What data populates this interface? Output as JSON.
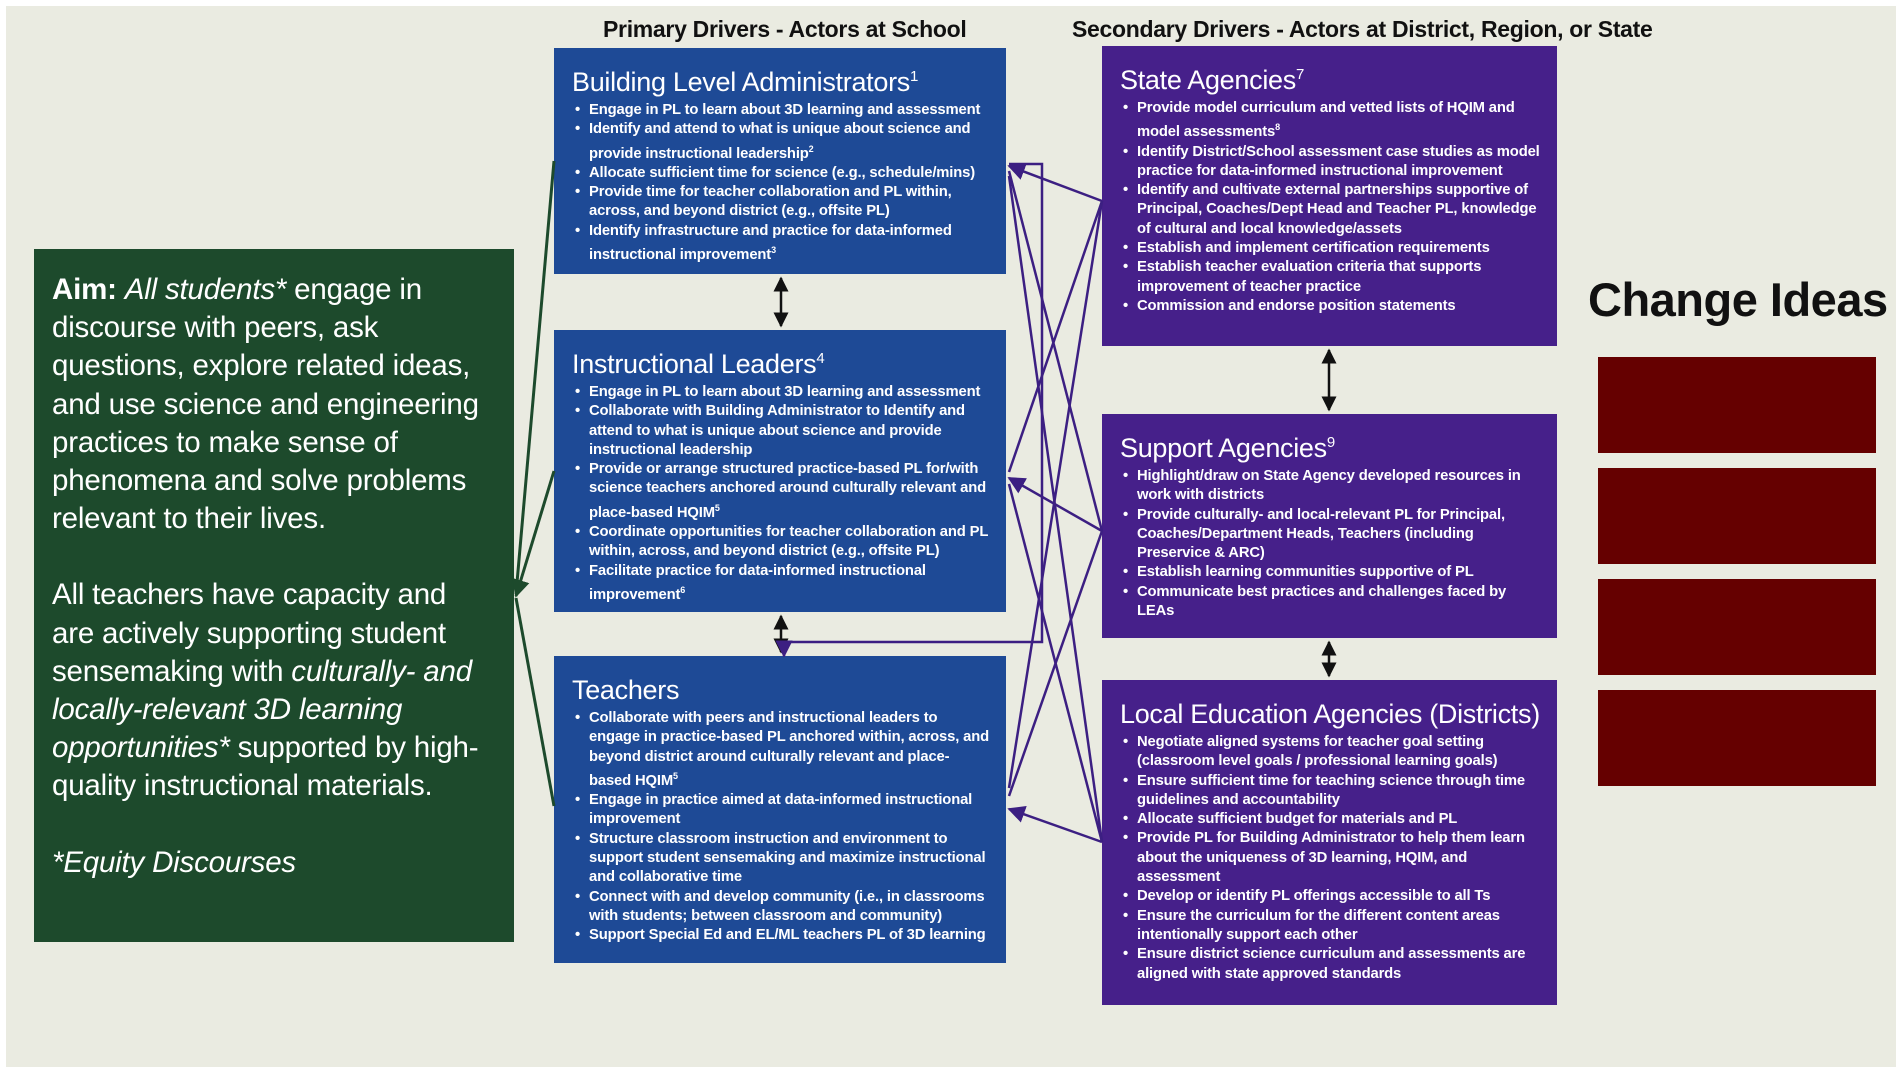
{
  "headers": {
    "primary": "Primary Drivers - Actors at School",
    "secondary": "Secondary Drivers - Actors at District, Region, or State"
  },
  "aim": {
    "label": "Aim:",
    "emph1": "All students*",
    "text1": " engage in discourse with peers, ask questions, explore related ideas, and use science and engineering practices to make sense of phenomena and solve problems relevant to their lives.",
    "text2a": "All teachers have capacity and are actively supporting student sensemaking with ",
    "emph2": "culturally- and locally-relevant 3D learning opportunities*",
    "text2b": " supported by high-quality instructional materials.",
    "footnote": "*Equity Discourses"
  },
  "primary": [
    {
      "title": "Building Level Administrators",
      "sup": "1",
      "items": [
        {
          "text": "Engage in PL to learn about 3D learning and assessment",
          "sup": ""
        },
        {
          "text": "Identify and attend to what is unique about science and provide instructional leadership",
          "sup": "2"
        },
        {
          "text": "Allocate sufficient time for science (e.g., schedule/mins)",
          "sup": ""
        },
        {
          "text": "Provide time for teacher collaboration and PL within, across, and beyond district (e.g., offsite PL)",
          "sup": ""
        },
        {
          "text": "Identify infrastructure and practice for data-informed instructional improvement",
          "sup": "3"
        }
      ]
    },
    {
      "title": "Instructional Leaders",
      "sup": "4",
      "items": [
        {
          "text": "Engage in PL to learn about 3D learning and assessment",
          "sup": ""
        },
        {
          "text": "Collaborate with Building Administrator to Identify and attend to what is unique about science and provide instructional leadership",
          "sup": ""
        },
        {
          "text": "Provide or arrange structured practice-based PL for/with science teachers anchored around culturally relevant and place-based HQIM",
          "sup": "5"
        },
        {
          "text": "Coordinate opportunities for teacher collaboration and PL within, across, and beyond district (e.g., offsite PL)",
          "sup": ""
        },
        {
          "text": "Facilitate practice for data-informed instructional improvement",
          "sup": "6"
        }
      ]
    },
    {
      "title": "Teachers",
      "sup": "",
      "items": [
        {
          "text": "Collaborate with peers and instructional leaders to engage in practice-based PL anchored within, across, and beyond district around culturally relevant and place-based HQIM",
          "sup": "5"
        },
        {
          "text": "Engage in practice aimed at data-informed instructional improvement",
          "sup": ""
        },
        {
          "text": "Structure classroom instruction and environment to support student sensemaking and maximize instructional and collaborative time",
          "sup": ""
        },
        {
          "text": "Connect with and develop community (i.e., in classrooms with students;  between classroom and community)",
          "sup": ""
        },
        {
          "text": "Support Special Ed and EL/ML teachers PL of 3D learning",
          "sup": ""
        }
      ]
    }
  ],
  "secondary": [
    {
      "title": "State Agencies",
      "sup": "7",
      "items": [
        {
          "text": "Provide model curriculum and vetted lists of HQIM and model assessments",
          "sup": "8"
        },
        {
          "text": "Identify District/School  assessment case studies as model practice for data-informed instructional improvement",
          "sup": ""
        },
        {
          "text": "Identify and cultivate external partnerships supportive of Principal, Coaches/Dept Head and Teacher PL, knowledge of cultural and local knowledge/assets",
          "sup": ""
        },
        {
          "text": "Establish and implement certification requirements",
          "sup": ""
        },
        {
          "text": "Establish teacher evaluation criteria that supports improvement of teacher practice",
          "sup": ""
        },
        {
          "text": "Commission and endorse position statements",
          "sup": ""
        }
      ]
    },
    {
      "title": "Support Agencies",
      "sup": "9",
      "items": [
        {
          "text": "Highlight/draw on State Agency developed resources in work with districts",
          "sup": ""
        },
        {
          "text": "Provide culturally- and local-relevant  PL for Principal, Coaches/Department Heads, Teachers  (including Preservice & ARC)",
          "sup": ""
        },
        {
          "text": "Establish learning communities supportive of PL",
          "sup": ""
        },
        {
          "text": "Communicate best practices and challenges faced by LEAs",
          "sup": ""
        }
      ]
    },
    {
      "title": "Local Education Agencies (Districts)",
      "sup": "",
      "items": [
        {
          "text": "Negotiate aligned systems for teacher goal setting (classroom level goals / professional learning goals)",
          "sup": ""
        },
        {
          "text": "Ensure sufficient time for teaching science through time guidelines and accountability",
          "sup": ""
        },
        {
          "text": "Allocate sufficient budget for materials and PL",
          "sup": ""
        },
        {
          "text": "Provide PL for Building Administrator to help them learn about the uniqueness of 3D learning, HQIM, and assessment",
          "sup": ""
        },
        {
          "text": "Develop or identify PL offerings accessible to all Ts",
          "sup": ""
        },
        {
          "text": "Ensure the curriculum for the different content areas intentionally support each other",
          "sup": ""
        },
        {
          "text": "Ensure district science curriculum and assessments are aligned with state approved standards",
          "sup": ""
        }
      ]
    }
  ],
  "change_ideas": {
    "title": "Change Ideas",
    "count": 4
  },
  "colors": {
    "background": "#eaebe1",
    "aim": "#1d4a2c",
    "primary": "#1e4a96",
    "secondary": "#46208a",
    "change_idea": "#650000",
    "arrow_green": "#1d4a2c",
    "arrow_purple": "#3c1f82",
    "arrow_black": "#111111"
  }
}
